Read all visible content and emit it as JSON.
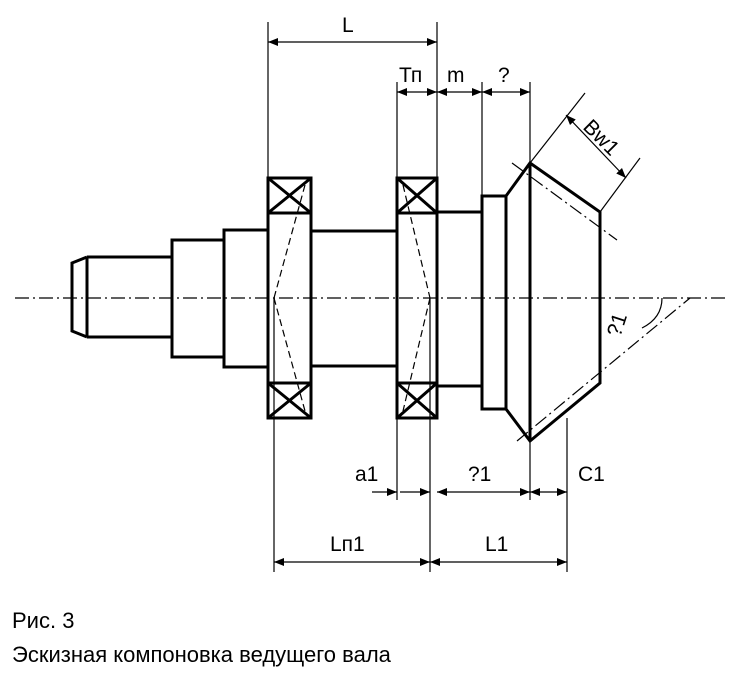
{
  "labels": {
    "L": "L",
    "Tp": "Тп",
    "m": "m",
    "q": "?",
    "Bw1": "Bw1",
    "angle": "?1",
    "a1": "a1",
    "q1": "?1",
    "C1": "C1",
    "Lp1": "Lп1",
    "L1": "L1"
  },
  "caption": {
    "number": "Рис. 3",
    "title": "Эскизная компоновка ведущего вала"
  }
}
